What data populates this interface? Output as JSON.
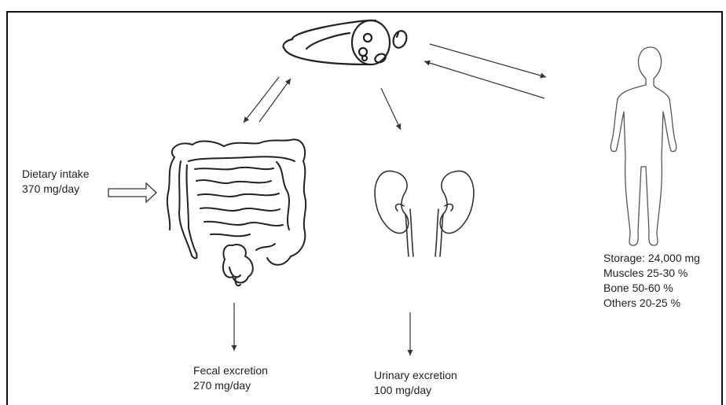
{
  "dietary_intake": {
    "line1": "Dietary intake",
    "line2": "370 mg/day"
  },
  "fecal_excretion": {
    "line1": "Fecal excretion",
    "line2": "270 mg/day"
  },
  "urinary_excretion": {
    "line1": "Urinary excretion",
    "line2": "100 mg/day"
  },
  "storage": {
    "total": "Storage: 24,000 mg",
    "muscles": "Muscles 25-30 %",
    "bone": "Bone 50-60 %",
    "others": "Others 20-25 %"
  },
  "icons": [
    "blood-vessel-icon",
    "intestine-icon",
    "kidneys-icon",
    "human-body-icon"
  ],
  "colors": {
    "line": "#333333",
    "border": "#111111"
  }
}
